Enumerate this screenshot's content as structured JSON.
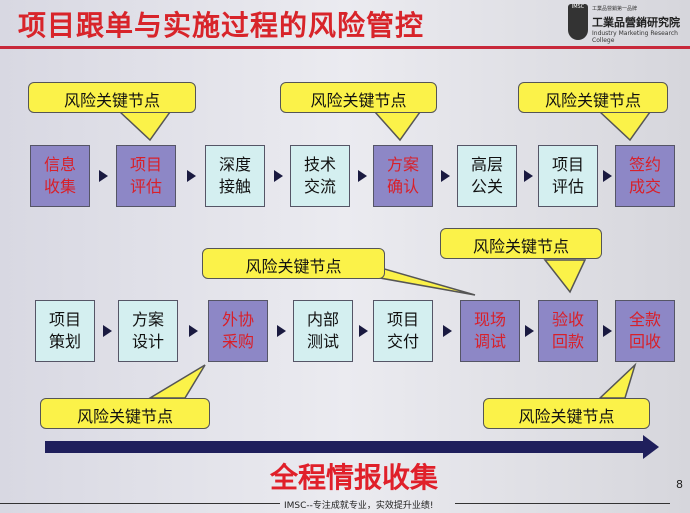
{
  "title": "项目跟单与实施过程的风险管控",
  "logo": {
    "tagline": "工業品營銷第一品牌",
    "name": "工業品營銷研究院",
    "english": "Industry Marketing Research College",
    "badge": "IMSC"
  },
  "callout_label": "风险关键节点",
  "top_row": [
    {
      "text": "信息收集",
      "risk": true
    },
    {
      "text": "项目评估",
      "risk": true
    },
    {
      "text": "深度接触",
      "risk": false
    },
    {
      "text": "技术交流",
      "risk": false
    },
    {
      "text": "方案确认",
      "risk": true
    },
    {
      "text": "高层公关",
      "risk": false
    },
    {
      "text": "项目评估",
      "risk": false
    },
    {
      "text": "签约成交",
      "risk": true
    }
  ],
  "bottom_row": [
    {
      "text": "项目策划",
      "risk": false
    },
    {
      "text": "方案设计",
      "risk": false
    },
    {
      "text": "外协采购",
      "risk": true
    },
    {
      "text": "内部测试",
      "risk": false
    },
    {
      "text": "项目交付",
      "risk": false
    },
    {
      "text": "现场调试",
      "risk": true
    },
    {
      "text": "验收回款",
      "risk": true
    },
    {
      "text": "全款回收",
      "risk": true
    }
  ],
  "banner": "全程情报收集",
  "footer": "IMSC--专注成就专业，实效提升业绩!",
  "page_number": "8",
  "colors": {
    "risk": "#8d87c6",
    "normal": "#d4eff0",
    "callout": "#fbf249",
    "title": "#d8242a"
  }
}
